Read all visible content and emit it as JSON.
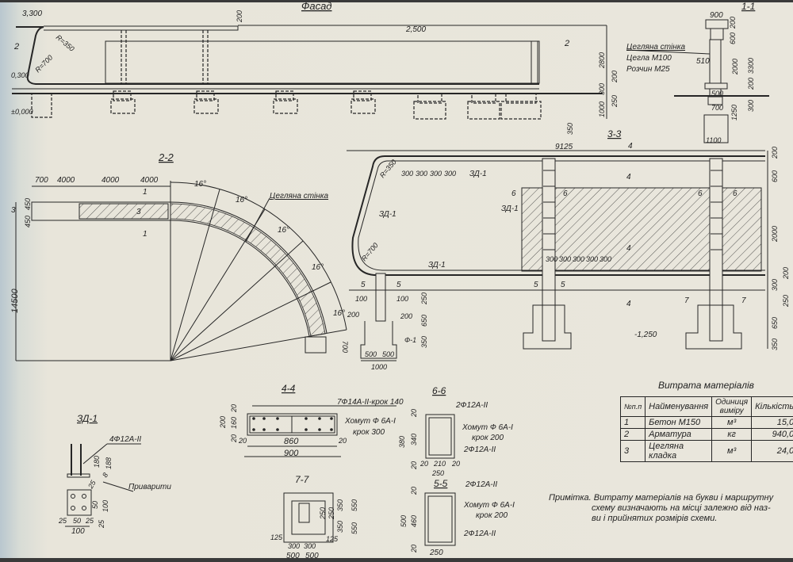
{
  "facade": {
    "title": "Фасад",
    "elev_top": "3,300",
    "elev_mid": "0,300",
    "elev_zero": "±0,000",
    "elev_wall": "2,500",
    "r1": "R=350",
    "r2": "R=700",
    "sec2": "2",
    "dims": [
      "200",
      "2800",
      "200",
      "300",
      "250",
      "1000",
      "350"
    ]
  },
  "section_1_1": {
    "title": "1-1",
    "wall_label": "Цегляна стінка",
    "brick": "Цегла М100",
    "mortar": "Розчин М25",
    "dims": [
      "900",
      "200",
      "600",
      "510",
      "2000",
      "3300",
      "200",
      "500",
      "700",
      "300",
      "1250",
      "1100"
    ]
  },
  "section_2_2": {
    "title": "2-2",
    "dims_top": [
      "700",
      "4000",
      "4000",
      "4000"
    ],
    "dims_side": [
      "450",
      "450",
      "14500",
      "700"
    ],
    "angles": [
      "16°",
      "16°",
      "16°",
      "16°",
      "16°"
    ],
    "wall_label": "Цегляна стінка",
    "cut1": "1",
    "cut3": "3"
  },
  "section_3_3": {
    "title": "3-3",
    "total": "9125",
    "r1": "R=350",
    "r2": "R=700",
    "spacing_top": [
      "300",
      "300",
      "300",
      "300"
    ],
    "spacing_bot": [
      "300",
      "300",
      "300",
      "300",
      "300"
    ],
    "zd": "ЗД-1",
    "cut4": "4",
    "cut5": "5",
    "cut6": "6",
    "cut7": "7",
    "dims_right": [
      "200",
      "600",
      "2000",
      "200",
      "300",
      "250",
      "650",
      "350"
    ],
    "dims_found": [
      "100",
      "100",
      "200",
      "200",
      "250",
      "650",
      "350",
      "500",
      "500",
      "1000"
    ],
    "found_mark": "Ф-1",
    "elev": "-1,250"
  },
  "section_4_4": {
    "title": "4-4",
    "rebar": "7Ф14А-II-крок 140",
    "stirrup": "Хомут Ф 6А-I",
    "step": "крок 300",
    "dims": [
      "200",
      "160",
      "20",
      "20",
      "20",
      "20",
      "860",
      "20",
      "900"
    ]
  },
  "section_6_6": {
    "title": "6-6",
    "rebar_top": "2Ф12А-II",
    "stirrup": "Хомут Ф 6А-I",
    "step": "крок 200",
    "rebar_bot": "2Ф12А-II",
    "dims": [
      "20",
      "380",
      "340",
      "20",
      "20",
      "210",
      "20",
      "250"
    ]
  },
  "section_5_5": {
    "title": "5-5",
    "rebar_top": "2Ф12А-II",
    "stirrup": "Хомут Ф 6А-I",
    "step": "крок 200",
    "rebar_bot": "2Ф12А-II",
    "dims": [
      "20",
      "500",
      "460",
      "20",
      "250"
    ]
  },
  "section_7_7": {
    "title": "7-7",
    "dims": [
      "250",
      "250",
      "350",
      "350",
      "550",
      "550",
      "125",
      "125",
      "300",
      "300",
      "500",
      "500"
    ]
  },
  "zd1": {
    "title": "ЗД-1",
    "rebar": "4Ф12А-II",
    "weld": "Приварити",
    "dims": [
      "180",
      "188",
      "25",
      "8",
      "50",
      "100",
      "25",
      "50",
      "25",
      "25",
      "100"
    ]
  },
  "materials": {
    "title": "Витрата матеріалів",
    "headers": [
      "№п.п",
      "Найменування",
      "Одиниця виміру",
      "Кількість"
    ],
    "rows": [
      {
        "n": "1",
        "name": "Бетон М150",
        "unit": "м³",
        "qty": "15,0"
      },
      {
        "n": "2",
        "name": "Арматура",
        "unit": "кг",
        "qty": "940,0"
      },
      {
        "n": "3",
        "name": "Цегляна кладка",
        "unit": "м³",
        "qty": "24,0"
      }
    ]
  },
  "note": {
    "lead": "Примітка.",
    "line1": "Витрату матеріалів на букви і маршрутну",
    "line2": "схему визначають на місці залежно від наз-",
    "line3": "ви і прийнятих розмірів схеми."
  }
}
